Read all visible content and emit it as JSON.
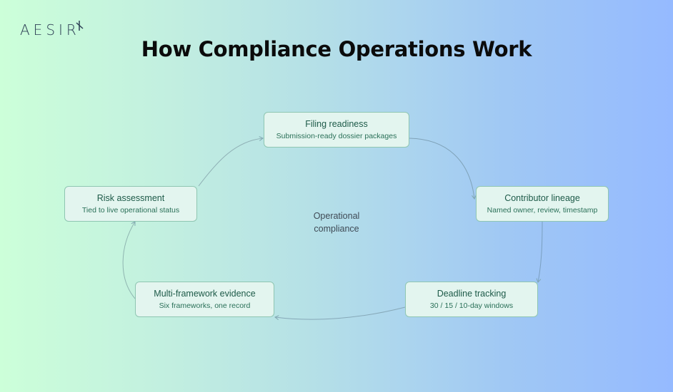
{
  "brand": {
    "logo_text": "AESIR",
    "logo_mark_icon": "rune-mark-icon"
  },
  "header": {
    "title": "How Compliance Operations Work"
  },
  "diagram": {
    "center_label_line1": "Operational",
    "center_label_line2": "compliance",
    "nodes": [
      {
        "id": "filing",
        "title": "Filing readiness",
        "subtitle": "Submission-ready dossier packages"
      },
      {
        "id": "contributor",
        "title": "Contributor lineage",
        "subtitle": "Named owner, review, timestamp"
      },
      {
        "id": "deadline",
        "title": "Deadline tracking",
        "subtitle": "30 / 15 / 10-day windows"
      },
      {
        "id": "evidence",
        "title": "Multi-framework evidence",
        "subtitle": "Six frameworks, one record"
      },
      {
        "id": "risk",
        "title": "Risk assessment",
        "subtitle": "Tied to live operational status"
      }
    ],
    "edges": [
      {
        "from": "risk",
        "to": "filing"
      },
      {
        "from": "filing",
        "to": "contributor"
      },
      {
        "from": "contributor",
        "to": "deadline"
      },
      {
        "from": "deadline",
        "to": "evidence"
      },
      {
        "from": "evidence",
        "to": "risk"
      }
    ],
    "colors": {
      "node_fill": "#e3f5ef",
      "node_border": "#8fc6b2",
      "node_text": "#1d5a48",
      "edge": "#7fa7b0",
      "gradient_start": "#ccffd9",
      "gradient_end": "#95baff"
    }
  }
}
